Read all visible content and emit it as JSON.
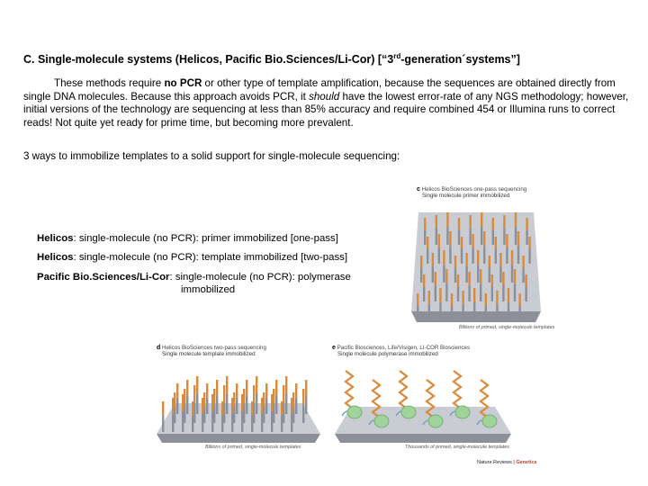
{
  "heading": {
    "prefix": "C. Single-molecule systems (Helicos, Pacific Bio.Sciences/Li-Cor) [“3",
    "sup": "rd",
    "suffix": "-generation´systems”]"
  },
  "paragraph": {
    "part1": "These methods require ",
    "bold": "no PCR",
    "part2": " or other type of template amplification, because the sequences are obtained directly from single DNA molecules.  Because this approach avoids PCR, it ",
    "italic": "should",
    "part3": " have the lowest error-rate of any NGS methodology; however, initial versions of the technology are sequencing at less than 85% accuracy and require combined 454 or Illumina runs to correct reads!  Not quite yet ready for prime time, but becoming more prevalent."
  },
  "ways_intro": "3 ways to immobilize templates to a solid support for single-molecule sequencing:",
  "items": [
    {
      "name": "Helicos",
      "text": ": single-molecule (no PCR): primer immobilized [one-pass]"
    },
    {
      "name": "Helicos",
      "text": ": single-molecule (no PCR): template immobilized [two-pass]"
    },
    {
      "name": "Pacific Bio.Sciences/Li-Cor",
      "text": ": single-molecule (no PCR): polymerase",
      "continuation": "immobilized"
    }
  ],
  "figures": {
    "c": {
      "letter": "c",
      "title": "Helicos BioSciences one-pass sequencing",
      "subtitle": "Single molecule primer immobilized",
      "caption": "Billions of primed, single-molecule templates"
    },
    "d": {
      "letter": "d",
      "title": "Helicos BioSciences two-pass sequencing",
      "subtitle": "Single molecule template immobilized",
      "caption": "Billions of primed, single-molecule templates"
    },
    "e": {
      "letter": "e",
      "title": "Pacific Biosciences, Life/Visigen, LI-COR Biosciences",
      "subtitle": "Single molecule polymerase immobilized",
      "caption": "Thousands of primed, single-molecule templates"
    },
    "journal": {
      "name": "Nature Reviews",
      "section": "Genetics"
    }
  },
  "colors": {
    "surface_top": "#c9ccd2",
    "surface_side": "#8d9098",
    "rod_gray": "#8a8f99",
    "rod_orange": "#d98b3a",
    "polymerase_green": "#9fd39a",
    "strand_blue": "#7d9fc8"
  }
}
